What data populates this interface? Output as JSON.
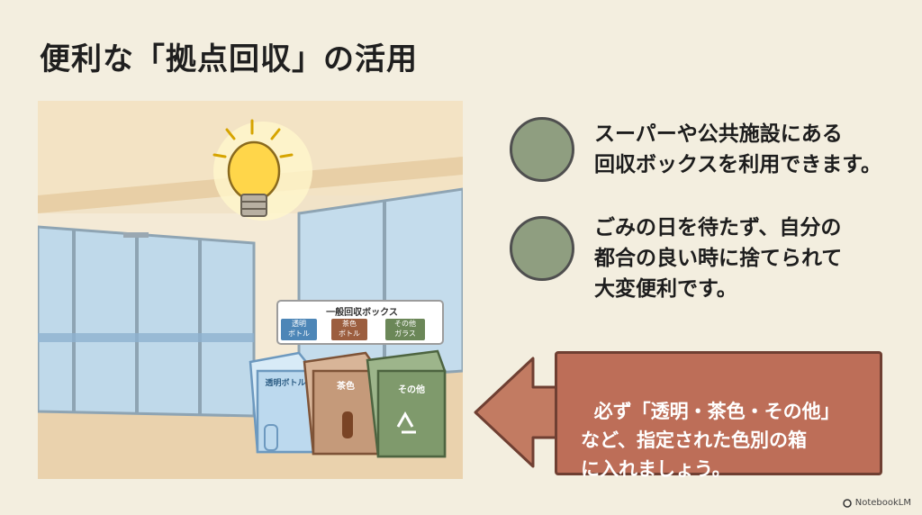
{
  "title": "便利な「拠点回収」の活用",
  "illustration": {
    "box_header": "一般回収ボックス",
    "bins": [
      {
        "sign": "透明\nボトル",
        "front_label": "透明ボトル",
        "color": "#bcd9ee",
        "sign_color": "#4d86b7"
      },
      {
        "sign": "茶色\nボトル",
        "front_label": "茶色",
        "color": "#c59a7a",
        "sign_color": "#9c5e3f"
      },
      {
        "sign": "その他\nガラス",
        "front_label": "その他",
        "color": "#7f9a6c",
        "sign_color": "#6b8758"
      }
    ]
  },
  "bullets": [
    {
      "text": "スーパーや公共施設にある\n回収ボックスを利用できます。"
    },
    {
      "text": "ごみの日を待たず、自分の\n都合の良い時に捨てられて\n大変便利です。"
    }
  ],
  "callout": {
    "text": "必ず「透明・茶色・その他」\nなど、指定された色別の箱\nに入れましょう。"
  },
  "brand": "NotebookLM",
  "colors": {
    "background": "#f3eedf",
    "bullet": "#8f9e80",
    "callout": "#bd6e58",
    "arrow": "#c27b62"
  }
}
